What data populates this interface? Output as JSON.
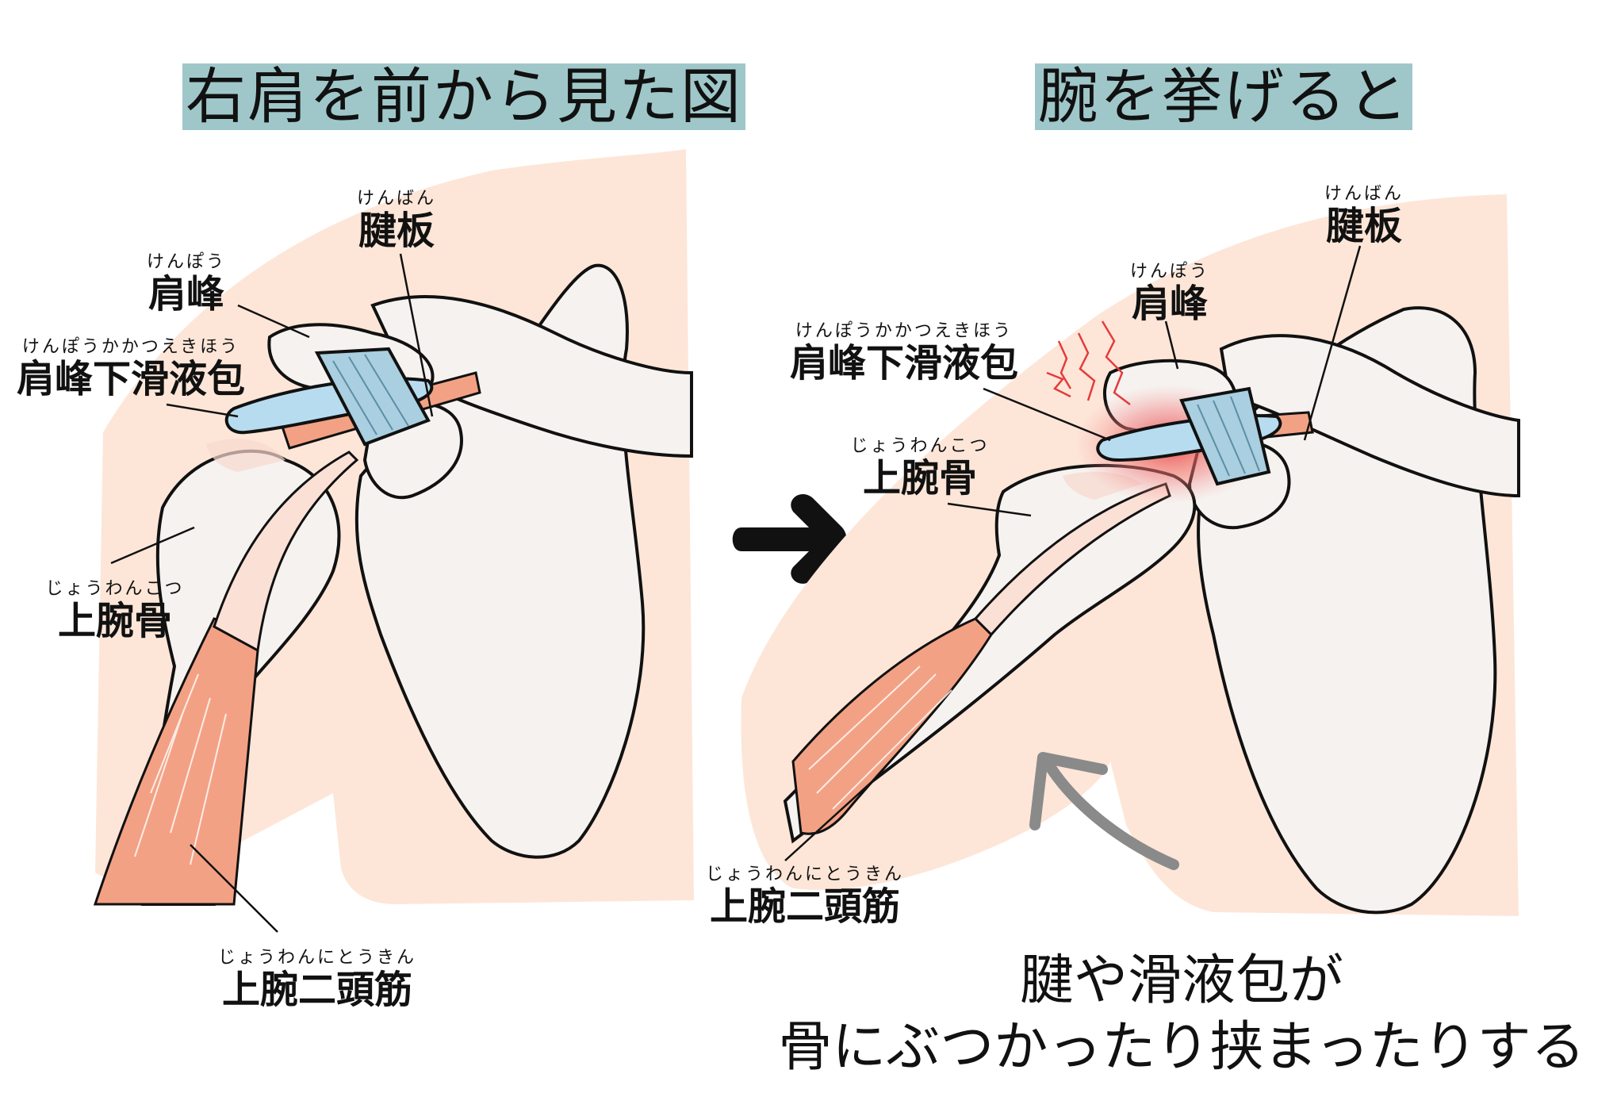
{
  "left_title": "右肩を前から見た図",
  "right_title": "腕を挙げると",
  "left_labels": {
    "tendon_plate": {
      "ruby": "けんばん",
      "text": "腱板"
    },
    "acromion": {
      "ruby": "けんぽう",
      "text": "肩峰"
    },
    "bursa": {
      "ruby": "けんぽうかかつえきほう",
      "text": "肩峰下滑液包"
    },
    "humerus": {
      "ruby": "じょうわんこつ",
      "text": "上腕骨"
    },
    "biceps": {
      "ruby": "じょうわんにとうきん",
      "text": "上腕二頭筋"
    }
  },
  "right_labels": {
    "tendon_plate": {
      "ruby": "けんばん",
      "text": "腱板"
    },
    "acromion": {
      "ruby": "けんぽう",
      "text": "肩峰"
    },
    "bursa": {
      "ruby": "けんぽうかかつえきほう",
      "text": "肩峰下滑液包"
    },
    "humerus": {
      "ruby": "じょうわんこつ",
      "text": "上腕骨"
    },
    "biceps": {
      "ruby": "じょうわんにとうきん",
      "text": "上腕二頭筋"
    }
  },
  "caption": {
    "line1": "腱や滑液包が",
    "line2": "骨にぶつかったり挟まったりする"
  },
  "colors": {
    "skin": "#fde6d8",
    "bone": "#f6f2ef",
    "muscle": "#f3a184",
    "tendon": "#a9cfe0",
    "bursa": "#b8dcef",
    "pain": "#e53b3b",
    "title_bg": "#9fc7c9"
  }
}
